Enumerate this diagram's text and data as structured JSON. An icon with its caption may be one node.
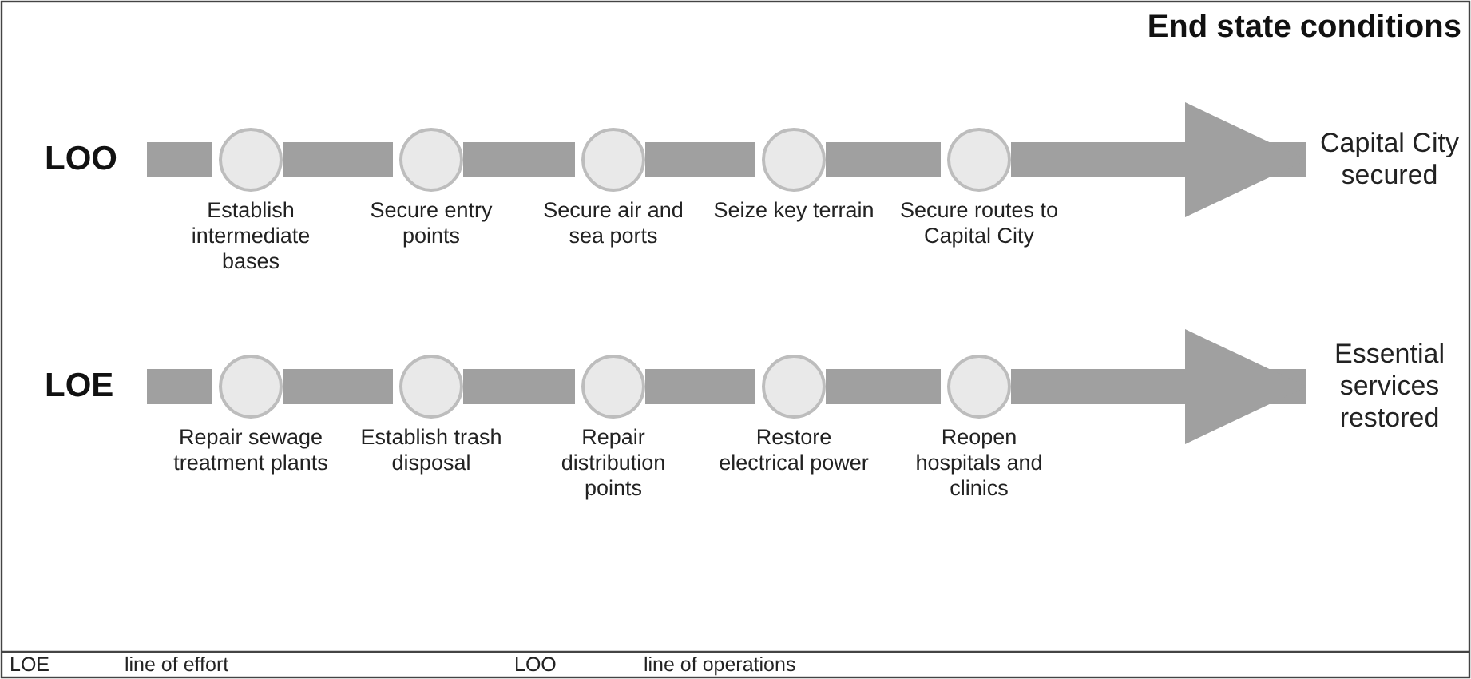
{
  "diagram": {
    "nodes": [
      {
        "text": [],
        "shape": "circle",
        "beside": [
          "Establish intermediate bases"
        ]
      },
      {
        "text": [],
        "shape": "circle",
        "beside": [
          "Secure entry points"
        ]
      },
      {
        "text": [],
        "shape": "circle",
        "beside": [
          "Secure air and sea ports"
        ]
      },
      {
        "text": [],
        "shape": "circle",
        "beside": [
          "Seize key terrain"
        ]
      },
      {
        "text": [],
        "shape": "circle",
        "beside": [
          "Secure routes to Capital City"
        ]
      },
      {
        "text": [
          "Capital City secured"
        ]
      },
      {
        "text": [],
        "shape": "circle",
        "beside": [
          "Repair sewage treatment plants"
        ]
      },
      {
        "text": [],
        "shape": "circle",
        "beside": [
          "Establish trash disposal"
        ]
      },
      {
        "text": [],
        "shape": "circle",
        "beside": [
          "Repair distribution points"
        ]
      },
      {
        "text": [],
        "shape": "circle",
        "beside": [
          "Restore electrical power"
        ]
      },
      {
        "text": [],
        "shape": "circle",
        "beside": [
          "Reopen hospitals and clinics"
        ]
      },
      {
        "text": [
          "Essential services restored"
        ]
      }
    ],
    "edges": [
      {
        "from": null,
        "to": 0,
        "arrow": "none"
      },
      {
        "from": 0,
        "to": 1,
        "arrow": "none"
      },
      {
        "from": 1,
        "to": 2,
        "arrow": "none"
      },
      {
        "from": 2,
        "to": 3,
        "arrow": "none"
      },
      {
        "from": 3,
        "to": 4,
        "arrow": "none"
      },
      {
        "from": 4,
        "to": 5,
        "arrow": "to"
      },
      {
        "from": null,
        "to": 6,
        "arrow": "none"
      },
      {
        "from": 6,
        "to": 7,
        "arrow": "none"
      },
      {
        "from": 7,
        "to": 8,
        "arrow": "none"
      },
      {
        "from": 8,
        "to": 9,
        "arrow": "none"
      },
      {
        "from": 9,
        "to": 10,
        "arrow": "none"
      },
      {
        "from": 10,
        "to": 11,
        "arrow": "to"
      }
    ],
    "labels": [
      "End state conditions",
      "LOO",
      "LOE",
      "LOE",
      "line of effort",
      "LOO",
      "line of operations"
    ]
  }
}
